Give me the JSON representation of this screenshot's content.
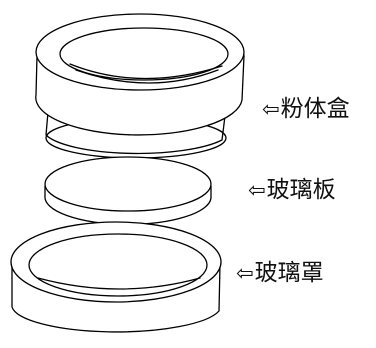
{
  "labels": {
    "arrow": "⇦",
    "powder_box": "粉体盒",
    "glass_plate": "玻璃板",
    "glass_cover": "玻璃罩"
  }
}
